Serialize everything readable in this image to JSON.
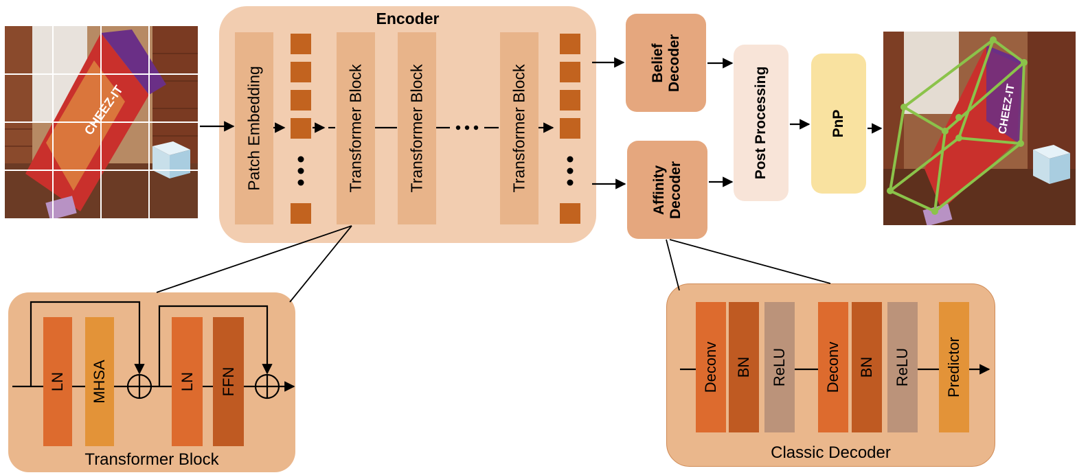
{
  "encoder": {
    "title": "Encoder",
    "patch_embedding": "Patch Embedding",
    "transformer_blocks": [
      "Transformer Block",
      "Transformer Block",
      "Transformer Block"
    ],
    "ellipsis": "⋯"
  },
  "belief_decoder": "Belief Decoder",
  "affinity_decoder": "Affinity Decoder",
  "post_processing": "Post Processing",
  "pnp": "PnP",
  "transformer_block_detail": {
    "caption": "Transformer Block",
    "layers": [
      "LN",
      "MHSA",
      "LN",
      "FFN"
    ]
  },
  "classic_decoder": {
    "caption": "Classic Decoder",
    "layers": [
      "Deconv",
      "BN",
      "ReLU",
      "Deconv",
      "BN",
      "ReLU",
      "Predictor"
    ]
  },
  "product_label": "CHEEZ-IT",
  "colors": {
    "encoder_panel": "#f2cdb0",
    "token": "#c2631f",
    "ln": "#dd6b2e",
    "mhsa": "#e39338",
    "ffn": "#bf5a22",
    "relu": "#bb937a",
    "pnp": "#f9e2a0",
    "post_processing": "#f8e4d8",
    "keypoint_green": "#8bc34a"
  }
}
